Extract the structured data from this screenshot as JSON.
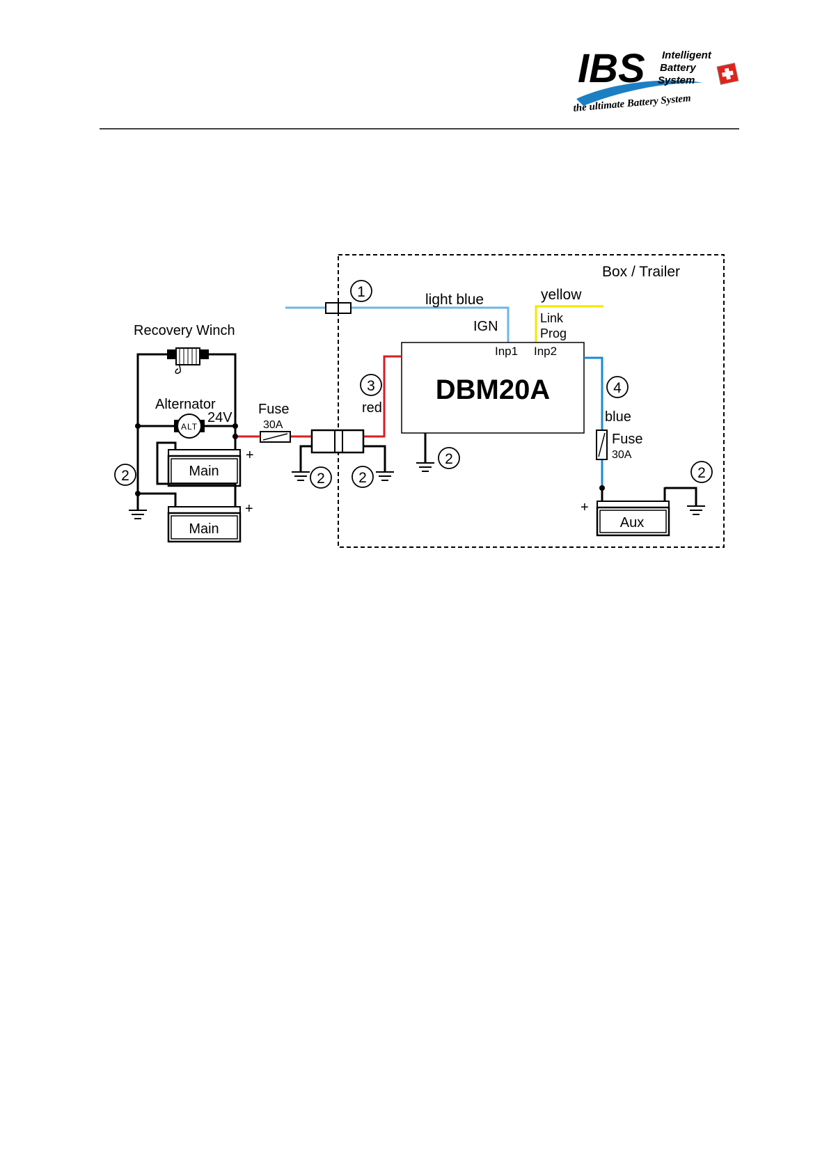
{
  "header": {
    "brand": "IBS",
    "brand_full": [
      "Intelligent",
      "Battery",
      "System"
    ],
    "tagline": "the ultimate Battery System",
    "colors": {
      "swoosh": "#1d7fc3",
      "flag": "#e2231a"
    }
  },
  "diagram": {
    "box_label": "Box / Trailer",
    "recovery_winch": "Recovery Winch",
    "alternator": "Alternator",
    "alt_symbol": "ALT",
    "alt_voltage": "24V",
    "fuse_left": {
      "label": "Fuse",
      "rating": "30A"
    },
    "fuse_right": {
      "label": "Fuse",
      "rating": "30A"
    },
    "main_battery_1": "Main",
    "main_battery_2": "Main",
    "aux_battery": "Aux",
    "plus": "+",
    "device": "DBM20A",
    "inp1": "Inp1",
    "inp2": "Inp2",
    "ign": "IGN",
    "link": "Link",
    "prog": "Prog",
    "wire_light_blue": "light blue",
    "wire_yellow": "yellow",
    "wire_red": "red",
    "wire_blue": "blue",
    "markers": {
      "m1": "1",
      "m2": "2",
      "m3": "3",
      "m4": "4"
    },
    "colors": {
      "light_blue": "#6cb7e5",
      "yellow": "#f3e600",
      "red": "#d81e22",
      "blue": "#1a8ad2"
    }
  }
}
